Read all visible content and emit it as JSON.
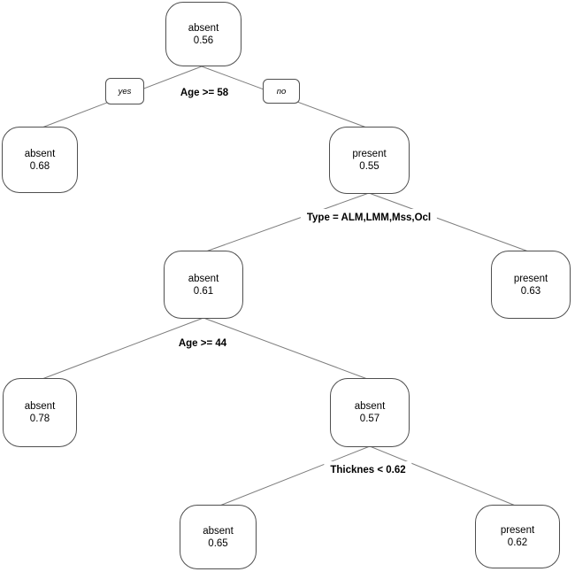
{
  "tree": {
    "kind": "decision-tree-plot",
    "nodes": [
      {
        "label": "absent",
        "prob": "0.56"
      },
      {
        "label": "absent",
        "prob": "0.68"
      },
      {
        "label": "present",
        "prob": "0.55"
      },
      {
        "label": "absent",
        "prob": "0.61"
      },
      {
        "label": "present",
        "prob": "0.63"
      },
      {
        "label": "absent",
        "prob": "0.78"
      },
      {
        "label": "absent",
        "prob": "0.57"
      },
      {
        "label": "absent",
        "prob": "0.65"
      },
      {
        "label": "present",
        "prob": "0.62"
      }
    ],
    "splits": [
      {
        "label": "Age >= 58"
      },
      {
        "label": "Type = ALM,LMM,Mss,Ocl"
      },
      {
        "label": "Age >= 44"
      },
      {
        "label": "Thicknes < 0.62"
      }
    ],
    "edge_labels": {
      "yes": "yes",
      "no": "no"
    },
    "colors": {
      "node_fill": "#ffffff",
      "node_border": "#4f4f4f",
      "branch_line": "#7d7d7d",
      "text": "#000000"
    }
  }
}
